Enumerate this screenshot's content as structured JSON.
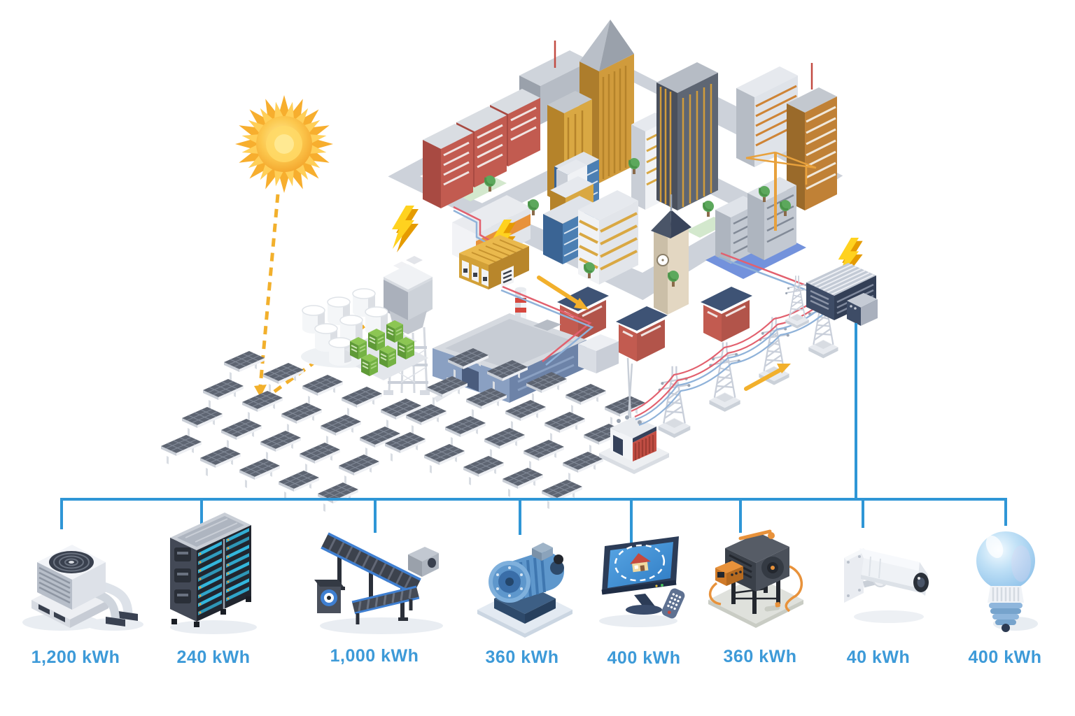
{
  "colors": {
    "background": "#ffffff",
    "label_text": "#3d9ad8",
    "connector_line": "#2f96d6",
    "sun_yellow": "#f7ae2e",
    "bolt_yellow": "#ffd21f",
    "wire_red": "#e2606e",
    "wire_blue": "#8fb2d9",
    "arrow_yellow": "#f2b02c"
  },
  "scene": {
    "elements": [
      "sun-icon",
      "city-illustration",
      "solar-panel-field-left",
      "solar-panel-field-right",
      "water-tower",
      "storage-tanks",
      "battery-storage",
      "power-plant",
      "step-down-transformer",
      "transmission-towers",
      "step-up-transformer",
      "distribution-substation",
      "lightning-bolt-icons",
      "power-flow-arrows",
      "grid-connector-bus"
    ]
  },
  "devices": [
    {
      "id": "air-conditioner",
      "label": "1,200 kWh",
      "value_kwh": 1200
    },
    {
      "id": "server-rack",
      "label": "240 kWh",
      "value_kwh": 240
    },
    {
      "id": "conveyor-line",
      "label": "1,000 kWh",
      "value_kwh": 1000
    },
    {
      "id": "industrial-motor",
      "label": "360 kWh",
      "value_kwh": 360
    },
    {
      "id": "tv-monitor",
      "label": "400 kWh",
      "value_kwh": 400
    },
    {
      "id": "welding-machine",
      "label": "360 kWh",
      "value_kwh": 360
    },
    {
      "id": "cctv-camera",
      "label": "40 kWh",
      "value_kwh": 40
    },
    {
      "id": "light-bulb",
      "label": "400 kWh",
      "value_kwh": 400
    }
  ]
}
